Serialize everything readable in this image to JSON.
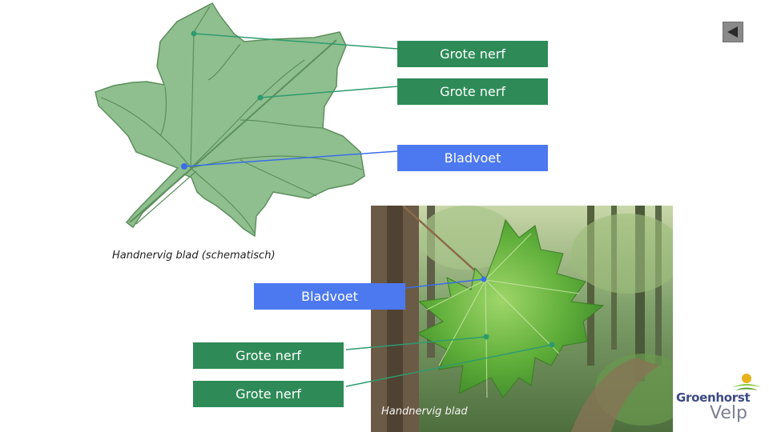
{
  "schematic": {
    "caption": "Handnervig blad (schematisch)",
    "labels": {
      "nerve_1": "Grote nerf",
      "nerve_2": "Grote nerf",
      "base": "Bladvoet"
    }
  },
  "photo": {
    "caption": "Handnervig blad",
    "labels": {
      "base": "Bladvoet",
      "nerve_1": "Grote nerf",
      "nerve_2": "Grote nerf"
    }
  },
  "logo": {
    "line1": "Groenhorst",
    "line2": "Velp"
  },
  "colors": {
    "nerve_box": "#2e8b57",
    "base_box": "#4d79f0",
    "leaf_fill": "#8fbf8f",
    "leaf_stroke": "#5b8f5b",
    "nerve_line": "#2e9b6e",
    "base_line": "#3a6ee8",
    "logo_text": "#3c4a86",
    "logo_text_2": "#7b7f93"
  },
  "icons": {
    "nav": "back-arrow-icon"
  }
}
